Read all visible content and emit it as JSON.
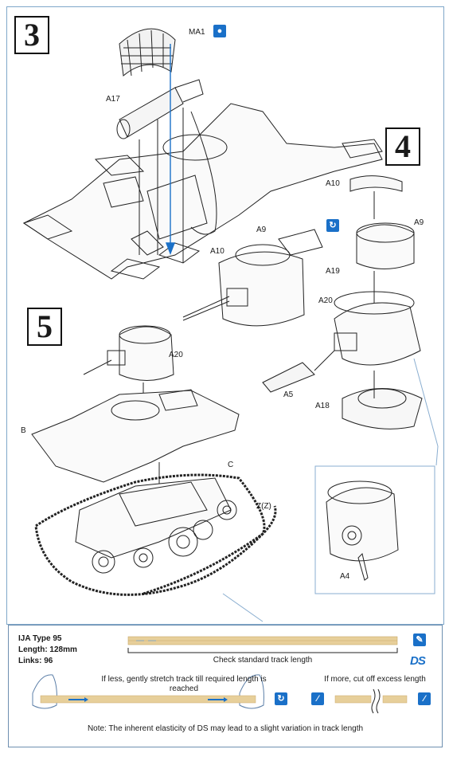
{
  "steps": {
    "step3": "3",
    "step4": "4",
    "step5": "5"
  },
  "labels": {
    "ma1": "MA1",
    "a17": "A17",
    "a10_top": "A10",
    "a9_top": "A9",
    "a19": "A19",
    "a9_left": "A9",
    "a10_left": "A10",
    "a20_right": "A20",
    "a5": "A5",
    "a18": "A18",
    "a20_step5": "A20",
    "b": "B",
    "c": "C",
    "zz": "Z(Z)",
    "a4": "A4"
  },
  "icons": {
    "ma1_icon": "drop-icon",
    "assemble_icon": "rotate-icon",
    "brush_icon": "brush-icon",
    "stretch_icon": "rotate-icon",
    "cut_icon": "cutter-icon",
    "cut_icon2": "cutter-icon"
  },
  "track_panel": {
    "model_line": "IJA Type 95",
    "length_line": "Length: 128mm",
    "links_line": "Links: 96",
    "check_text": "Check standard track length",
    "ds_logo": "DS",
    "if_less": "If less, gently stretch track till required length is reached",
    "if_more": "If more, cut off excess length",
    "note": "Note: The inherent elasticity of DS may lead to a slight variation in track length"
  },
  "colors": {
    "accent_blue": "#1a70c8",
    "track_tan": "#e7cf9a",
    "frame_blue": "#7fa7c9"
  }
}
